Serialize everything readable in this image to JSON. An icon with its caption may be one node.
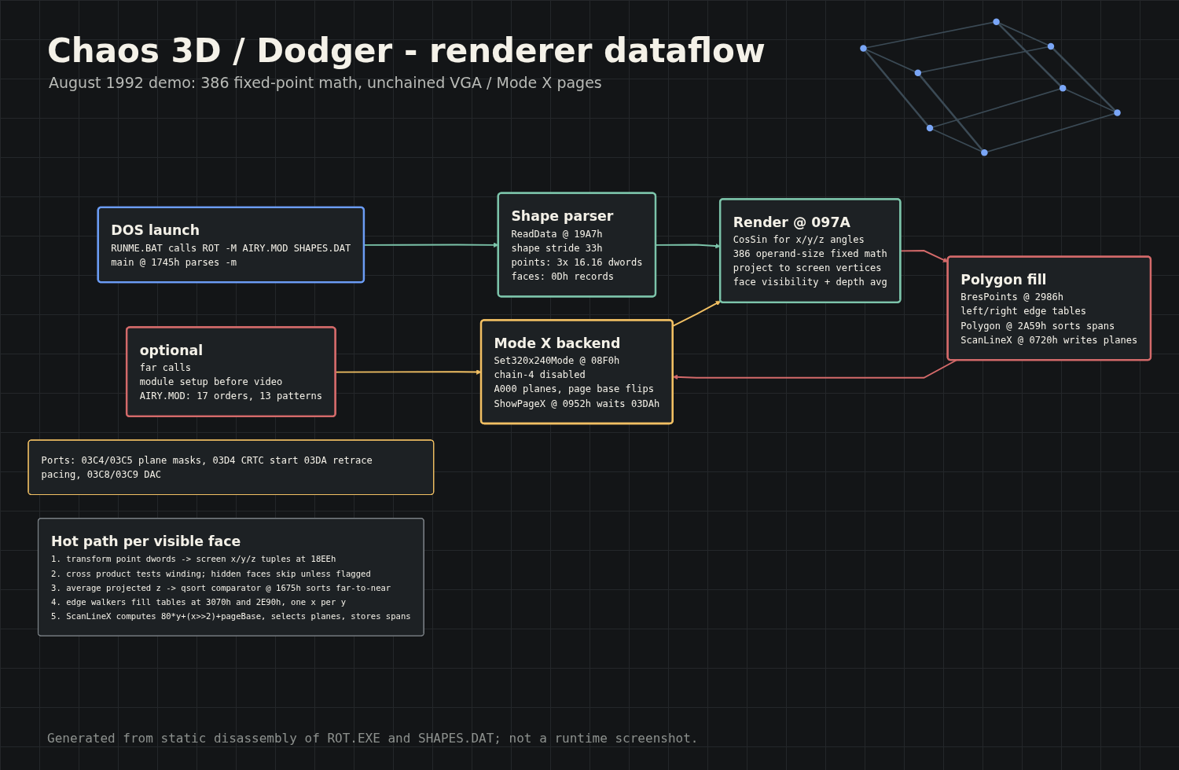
{
  "diagram": {
    "title": "Chaos 3D / Dodger - renderer dataflow",
    "caption": "Generated from static disassembly of ROT.EXE and SHAPES.DAT; not a runtime screenshot.",
    "nodes": [
      {
        "text": [
          "DOS launch",
          "RUNME.BAT calls ROT -M AIRY.MOD SHAPES.DAT",
          "main @ 1745h parses -m"
        ]
      },
      {
        "text": [
          "Shape parser",
          "ReadData @ 19A7h",
          "shape stride 33h",
          "points: 3x 16.16 dwords",
          "faces: 0Dh records"
        ]
      },
      {
        "text": [
          "optional",
          "far calls",
          "module setup before video",
          "AIRY.MOD: 17 orders, 13 patterns"
        ]
      },
      {
        "text": [
          "Mode X backend",
          "Set320x240Mode @ 08F0h",
          "chain-4 disabled",
          "A000 planes, page base flips",
          "ShowPageX @ 0952h waits 03DAh"
        ]
      },
      {
        "text": [
          "Render @ 097A",
          "CosSin for x/y/z angles",
          "386 operand-size fixed math",
          "project to screen vertices",
          "face visibility + depth avg"
        ]
      },
      {
        "text": [
          "Ports: 03C4/03C5 plane masks, 03D4 CRTC start 03DA retrace pacing, 03C8/03C9 DAC"
        ]
      },
      {
        "text": [
          "Polygon fill",
          "BresPoints @ 2986h",
          "left/right edge tables",
          "Polygon @ 2A59h sorts spans",
          "ScanLineX @ 0720h writes planes"
        ]
      },
      {
        "text": [
          "Hot path per visible face",
          "1. transform point dwords -> screen x/y/z tuples at 18EEh",
          "2. cross product tests winding; hidden faces skip unless flagged",
          "3. average projected z -> qsort comparator @ 1675h sorts far-to-near",
          "4. edge walkers fill tables at 3070h and 2E90h, one x per y",
          "5. ScanLineX computes 80*y+(x>>2)+pageBase, selects planes, stores spans"
        ]
      }
    ],
    "edges": [
      {
        "from": 0,
        "to": 1,
        "arrow": "to",
        "color": "#7cc4aa"
      },
      {
        "from": 1,
        "to": 4,
        "arrow": "to",
        "color": "#7cc4aa"
      },
      {
        "from": 2,
        "to": 3,
        "arrow": "to",
        "color": "#f2c063"
      },
      {
        "from": 3,
        "to": 4,
        "arrow": "to",
        "color": "#f2c063"
      },
      {
        "from": 4,
        "to": 6,
        "arrow": "to",
        "color": "#d46a6a"
      },
      {
        "from": 6,
        "to": 3,
        "arrow": "to",
        "color": "#d46a6a"
      }
    ],
    "labels": [
      "August 1992 demo: 386 fixed-point math, unchained VGA / Mode X pages"
    ]
  }
}
